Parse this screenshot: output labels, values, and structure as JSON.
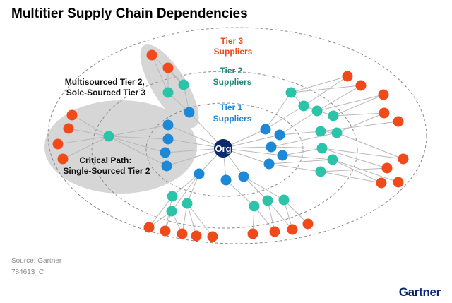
{
  "title": "Multitier Supply Chain Dependencies",
  "tier_labels": [
    {
      "lines": [
        "Tier 3",
        "Suppliers"
      ],
      "color": "#f04a1a"
    },
    {
      "lines": [
        "Tier 2",
        "Suppliers"
      ],
      "color": "#1f8a7a"
    },
    {
      "lines": [
        "Tier 1",
        "Suppliers"
      ],
      "color": "#1d88d6"
    }
  ],
  "callouts": {
    "multisourced": [
      "Multisourced Tier 2,",
      "Sole-Sourced Tier 3"
    ],
    "critical_path": [
      "Critical Path:",
      "Single-Sourced Tier 2"
    ]
  },
  "center_node": {
    "label": "Org",
    "color": "#0a2a6c"
  },
  "colors": {
    "tier1": "#1d88d6",
    "tier2": "#2cc4a8",
    "tier3": "#f04a1a",
    "edge": "#b8b8b8",
    "ring": "#8a8a8a",
    "highlight": "#d6d6d6"
  },
  "footer": {
    "source": "Source: Gartner",
    "code": "784613_C"
  },
  "logo": "Gartner"
}
